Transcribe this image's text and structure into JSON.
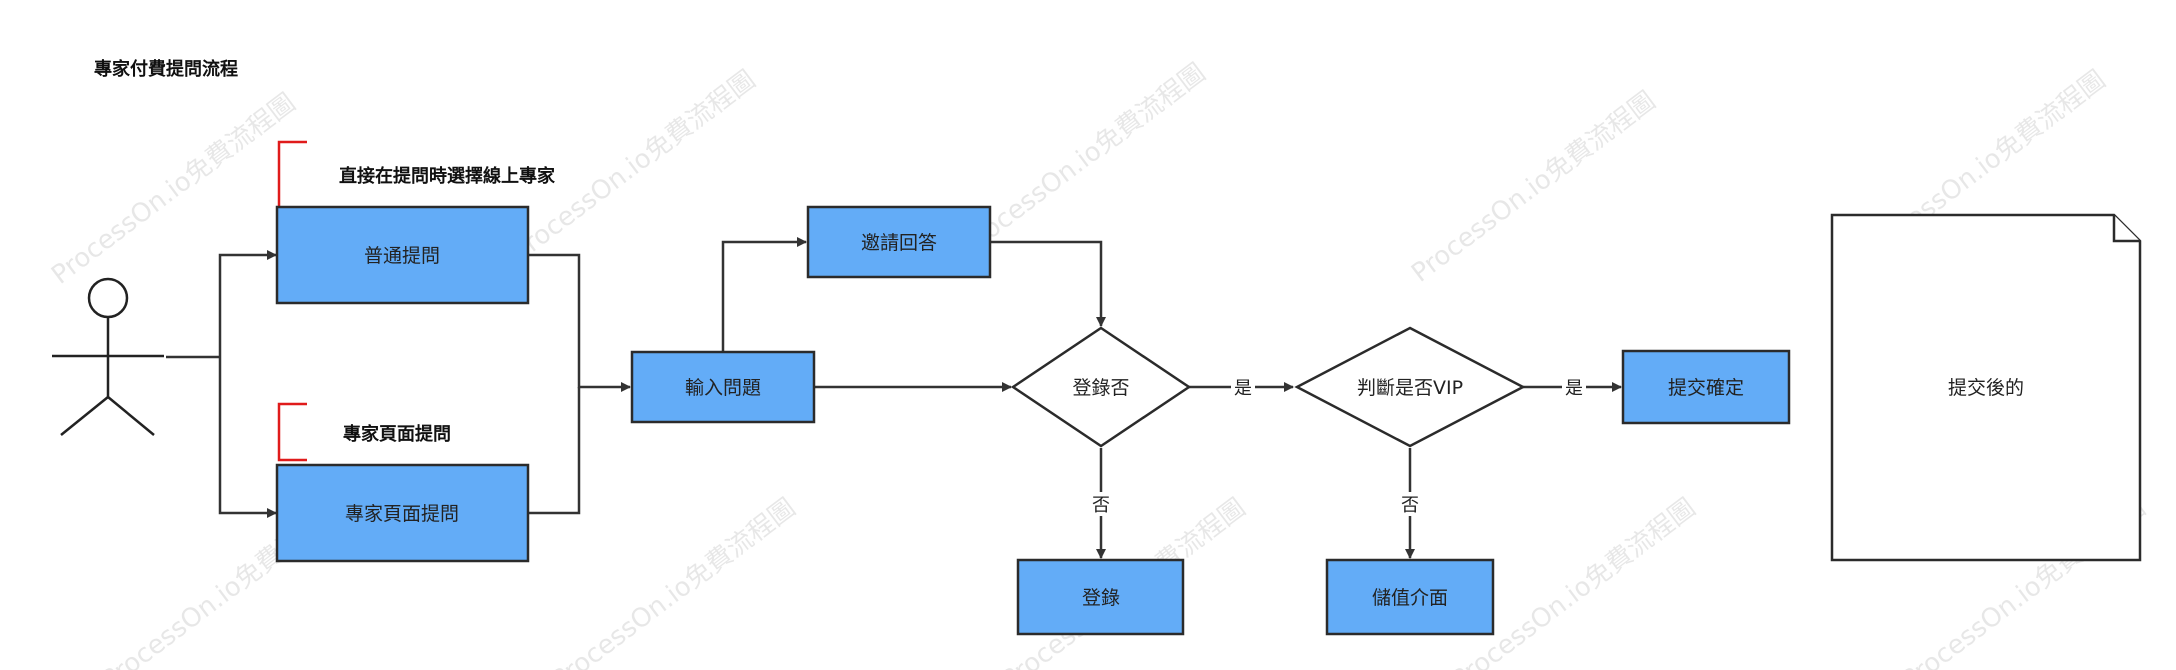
{
  "diagram": {
    "title": "專家付費提問流程",
    "watermark": "ProcessOn.io免費流程圖",
    "colors": {
      "box_fill": "#63acf7",
      "stroke": "#2b2b2b",
      "bracket": "#e01b1b"
    },
    "notes": {
      "direct_ask": "直接在提問時選擇線上專家",
      "expert_page": "專家頁面提問"
    },
    "nodes": {
      "normal_ask": "普通提問",
      "expert_page_ask": "專家頁面提問",
      "input_question": "輸入問題",
      "invite_answer": "邀請回答",
      "logged_in": "登錄否",
      "check_vip": "判斷是否VIP",
      "submit_confirm": "提交確定",
      "login": "登錄",
      "topup": "儲值介面",
      "after_submit": "提交後的"
    },
    "edge_labels": {
      "yes_1": "是",
      "yes_2": "是",
      "no_1": "否",
      "no_2": "否"
    }
  }
}
